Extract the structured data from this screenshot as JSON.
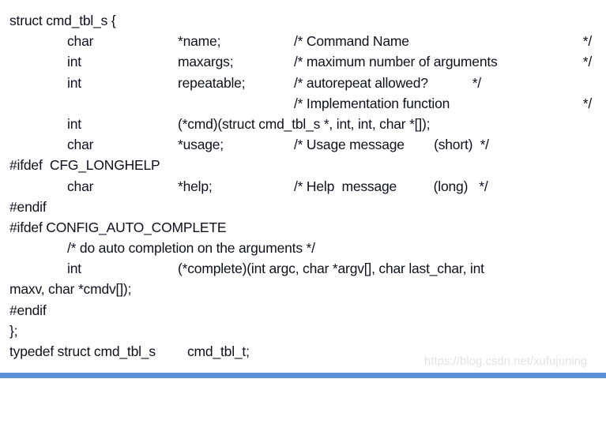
{
  "document": {
    "kind": "code-listing",
    "language": "c",
    "background_color": "#ffffff",
    "text_color": "#10101e",
    "accent_bar_color": "#5b8fda",
    "watermark": "https://blog.csdn.net/xufujuning"
  },
  "lines": [
    {
      "id": "line-1",
      "kind": "struct-open",
      "full": "struct cmd_tbl_s {"
    },
    {
      "id": "line-2",
      "kind": "member",
      "type": "char",
      "field": "*name;",
      "comment": "/* Command Name",
      "comment_end": "*/"
    },
    {
      "id": "line-3",
      "kind": "member",
      "type": "int",
      "field": "maxargs;",
      "comment": "/* maximum number of arguments",
      "comment_end": "*/"
    },
    {
      "id": "line-4",
      "kind": "member",
      "type": "int",
      "field": "repeatable;",
      "comment": "/* autorepeat allowed?            */",
      "comment_end": ""
    },
    {
      "id": "line-5",
      "kind": "comment-only",
      "type": "",
      "field": "",
      "comment": "/* Implementation function",
      "comment_end": "*/"
    },
    {
      "id": "line-6",
      "kind": "member",
      "type": "int",
      "field": "(*cmd)(struct cmd_tbl_s *, int, int, char *[]);",
      "comment": "",
      "comment_end": ""
    },
    {
      "id": "line-7",
      "kind": "member",
      "type": "char",
      "field": "*usage;",
      "comment": "/* Usage message        (short)  */",
      "comment_end": ""
    },
    {
      "id": "line-8",
      "kind": "preprocessor",
      "full": "#ifdef  CFG_LONGHELP"
    },
    {
      "id": "line-9",
      "kind": "member",
      "type": "char",
      "field": "*help;",
      "comment": "/* Help  message          (long)   */",
      "comment_end": ""
    },
    {
      "id": "line-10",
      "kind": "preprocessor",
      "full": "#endif"
    },
    {
      "id": "line-11",
      "kind": "preprocessor",
      "full": "#ifdef CONFIG_AUTO_COMPLETE"
    },
    {
      "id": "line-12",
      "kind": "comment-indented",
      "full": "/* do auto completion on the arguments */"
    },
    {
      "id": "line-13",
      "kind": "member",
      "type": "int",
      "field": "(*complete)(int argc, char *argv[], char last_char, int",
      "comment": "",
      "comment_end": ""
    },
    {
      "id": "line-14",
      "kind": "continuation",
      "full": "maxv, char *cmdv[]);"
    },
    {
      "id": "line-15",
      "kind": "preprocessor",
      "full": "#endif"
    },
    {
      "id": "line-16",
      "kind": "struct-close",
      "full": "};"
    },
    {
      "id": "line-17",
      "kind": "typedef",
      "part1": "typedef struct cmd_tbl_s",
      "part2": "cmd_tbl_t;"
    }
  ]
}
